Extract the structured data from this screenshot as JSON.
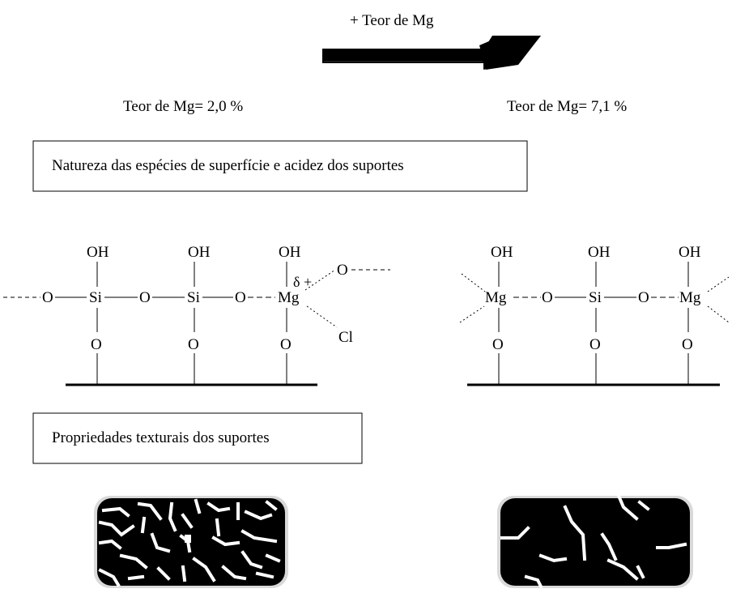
{
  "header": {
    "arrow_label": "+ Teor de Mg"
  },
  "left": {
    "content_label": "Teor de Mg= 2,0 %"
  },
  "right": {
    "content_label": "Teor de Mg= 7,1 %"
  },
  "box_surface": {
    "text": "Natureza das espécies de superfície e acidez dos suportes"
  },
  "box_texture": {
    "text": "Propriedades texturais dos suportes"
  },
  "atoms": {
    "oh": "OH",
    "o": "O",
    "si": "Si",
    "mg": "Mg",
    "cl": "Cl",
    "delta_plus": "δ +"
  },
  "colors": {
    "line": "#000000",
    "box_border": "#000000",
    "pore": "#ffffff",
    "solid": "#000000",
    "rim": "#d9d9d9"
  }
}
